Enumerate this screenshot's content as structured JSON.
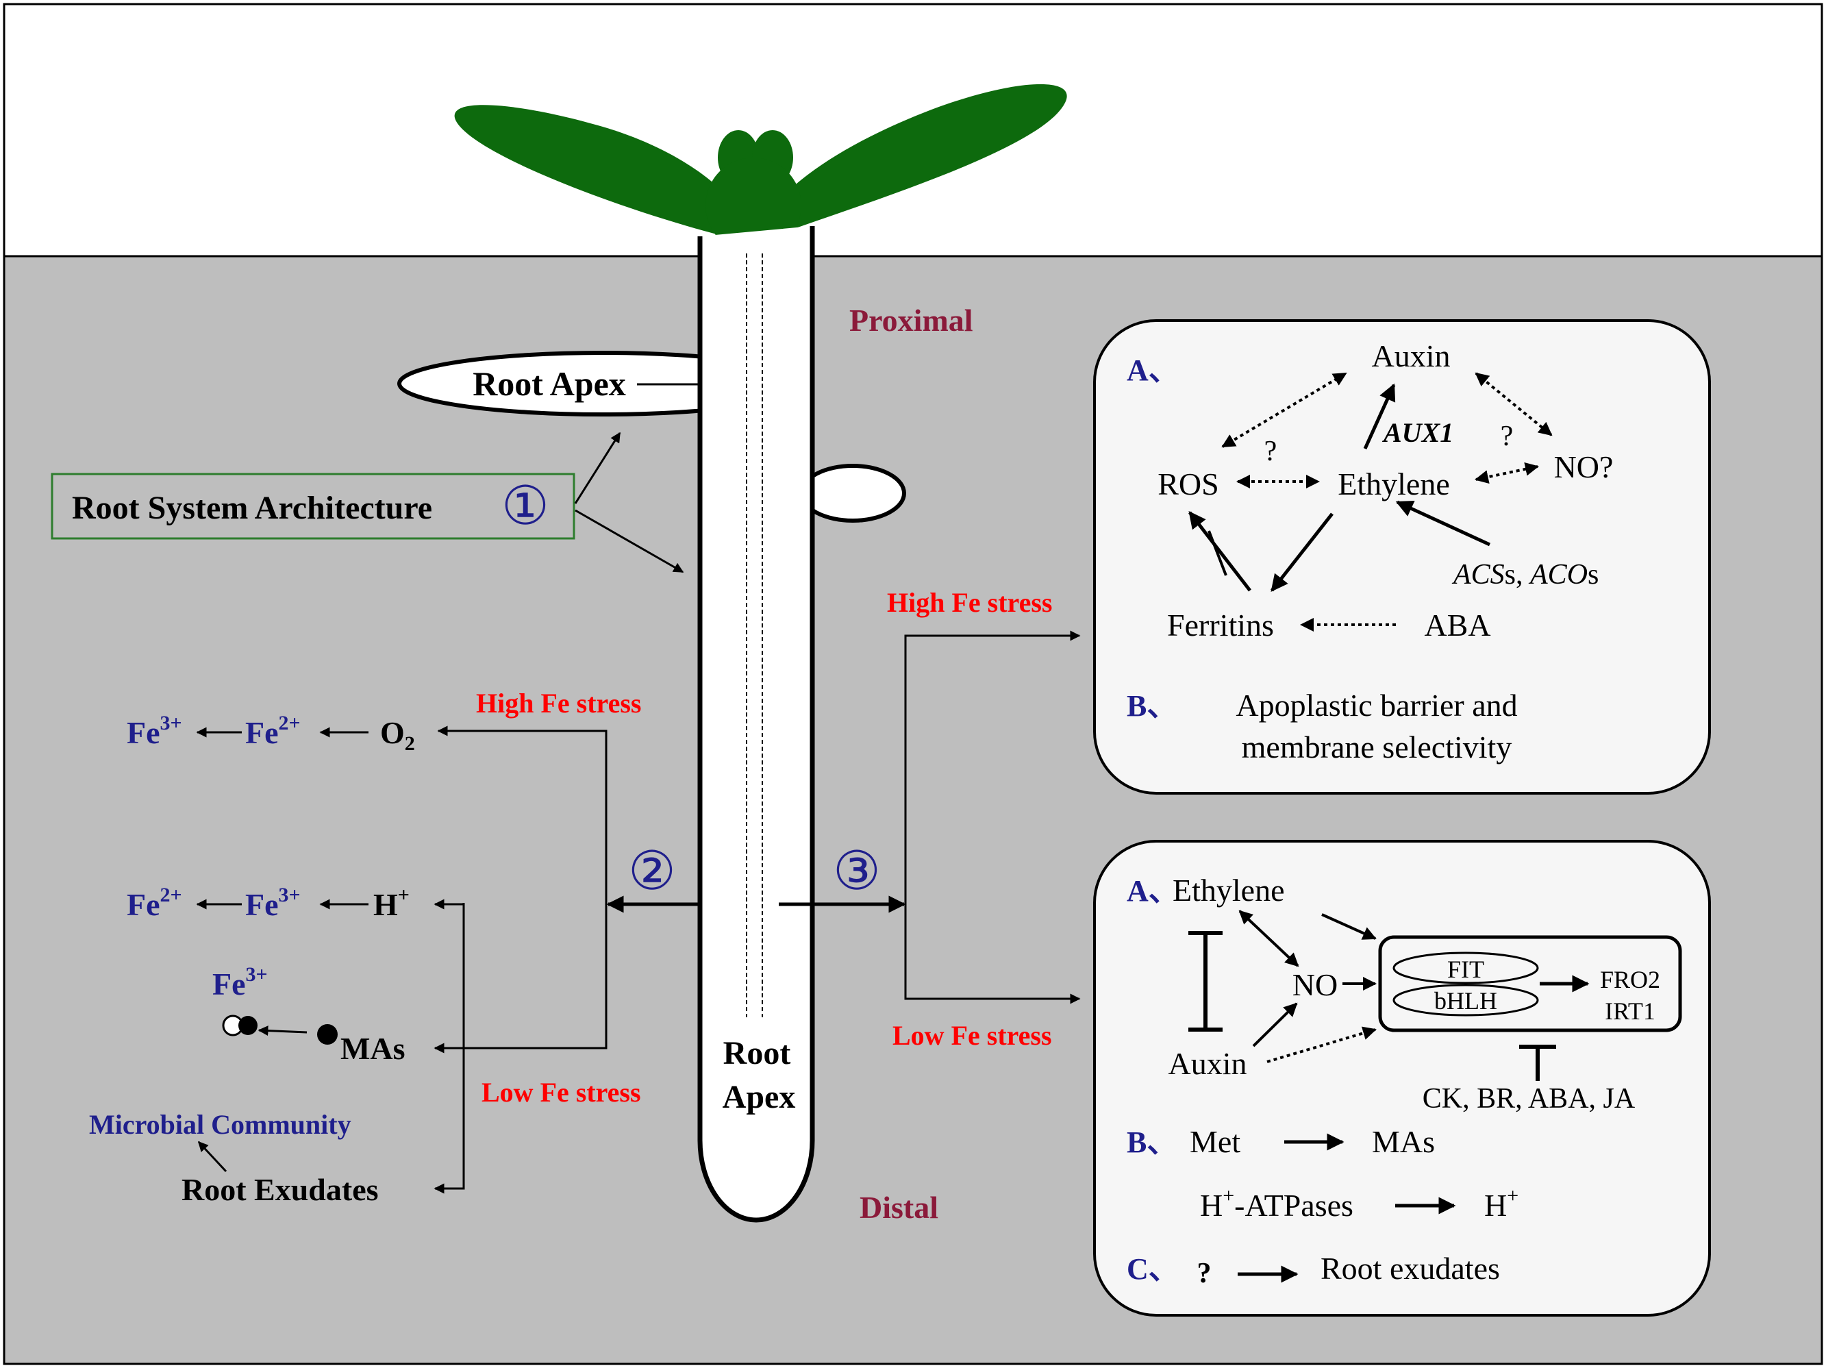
{
  "labels": {
    "root_apex_lateral": "Root Apex",
    "root_system_architecture": "Root System Architecture",
    "circle_1": "①",
    "circle_2": "②",
    "circle_3": "③",
    "proximal": "Proximal",
    "distal": "Distal",
    "root_apex_main_line1": "Root",
    "root_apex_main_line2": "Apex",
    "high_fe_left": "High Fe stress",
    "low_fe_left": "Low Fe stress",
    "high_fe_right": "High Fe stress",
    "low_fe_right": "Low Fe stress",
    "row1_fe3": "Fe",
    "row1_fe3_sup": "3+",
    "row1_fe2": "Fe",
    "row1_fe2_sup": "2+",
    "row1_o2": "O",
    "row1_o2_sub": "2",
    "row2_fe2": "Fe",
    "row2_fe2_sup": "2+",
    "row2_fe3": "Fe",
    "row2_fe3_sup": "3+",
    "row2_h": "H",
    "row2_h_sup": "+",
    "mas_fe3": "Fe",
    "mas_fe3_sup": "3+",
    "mas": "MAs",
    "microbial": "Microbial Community",
    "exudates": "Root Exudates"
  },
  "panel_high": {
    "a_marker": "A、",
    "auxin": "Auxin",
    "ros": "ROS",
    "ethylene": "Ethylene",
    "no": "NO?",
    "aux1": "AUX1",
    "q1": "?",
    "q2": "?",
    "ferritins": "Ferritins",
    "aba": "ABA",
    "acs_1": "ACS",
    "acs_2": "s, ",
    "acs_3": "ACO",
    "acs_4": "s",
    "b_marker": "B、",
    "b_line1": "Apoplastic barrier and",
    "b_line2": "membrane selectivity"
  },
  "panel_low": {
    "a_marker": "A、",
    "ethylene": "Ethylene",
    "no": "NO",
    "auxin": "Auxin",
    "fit": "FIT",
    "bhlh": "bHLH",
    "fro2": "FRO2",
    "irt1": "IRT1",
    "inhibitors": "CK, BR, ABA, JA",
    "b_marker": "B、",
    "met": "Met",
    "mas": "MAs",
    "h_atpases_h": "H",
    "h_atpases_sup": "+",
    "h_atpases_rest": "-ATPases",
    "h_out": "H",
    "h_out_sup": "+",
    "c_marker": "C、",
    "c_q": "?",
    "root_exudates": "Root exudates"
  },
  "colors": {
    "soil": "#bebebe",
    "leaf": "#0d6a0d",
    "panel_bg": "#f6f6f6",
    "stress_red": "#ff0000",
    "label_maroon": "#8b1a3a",
    "ion_blue": "#1f1f8c",
    "marker_blue": "#1f1f8c",
    "box_green": "#2e7d2e"
  }
}
